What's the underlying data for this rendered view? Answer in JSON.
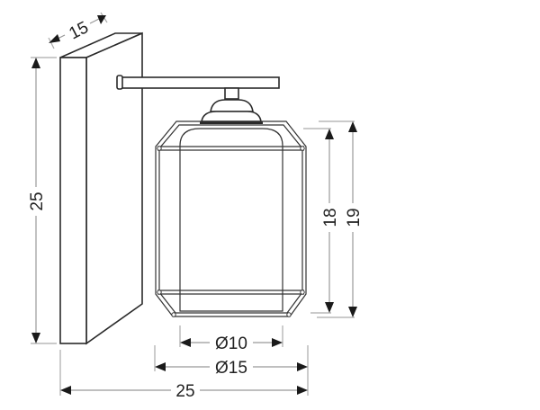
{
  "diagram": {
    "type": "technical-dimension-drawing",
    "subject": "wall lamp (sconce) with glass cage shade",
    "units": "cm",
    "colors": {
      "background": "#ffffff",
      "outline": "#2a2a2a",
      "dimension_line": "#999999",
      "arrow": "#1a1a1a",
      "text": "#222222"
    },
    "dimensions": {
      "backplate_depth": {
        "label": "15",
        "orientation": "diagonal"
      },
      "backplate_height": {
        "label": "25",
        "orientation": "vertical"
      },
      "shade_height_inner": {
        "label": "18",
        "orientation": "vertical"
      },
      "shade_height_total": {
        "label": "19",
        "orientation": "vertical"
      },
      "inner_diameter": {
        "label": "Ø10",
        "orientation": "horizontal"
      },
      "outer_diameter": {
        "label": "Ø15",
        "orientation": "horizontal"
      },
      "total_projection": {
        "label": "25",
        "orientation": "horizontal"
      }
    },
    "parts": [
      "wall-backplate",
      "horizontal-arm",
      "mount-cap",
      "outer-cage-frame",
      "inner-glass-cylinder"
    ]
  }
}
